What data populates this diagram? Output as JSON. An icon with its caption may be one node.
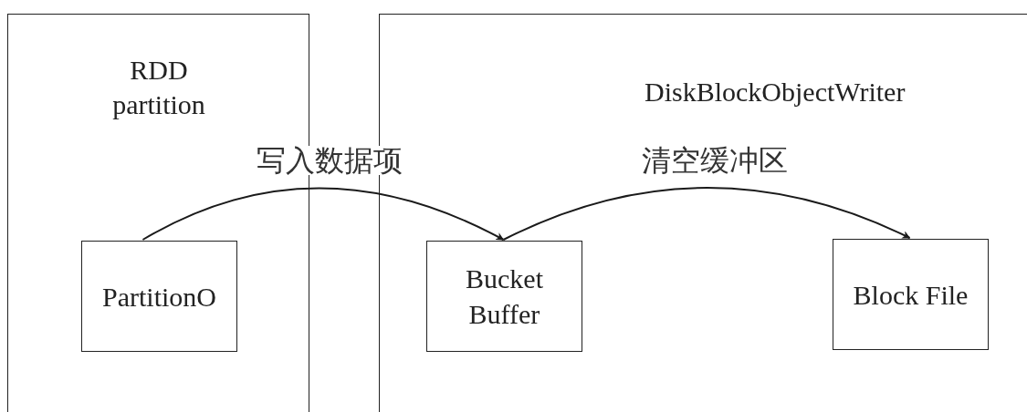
{
  "diagram": {
    "nodes": [
      {
        "text": [
          "RDD partition"
        ]
      },
      {
        "text": [
          "PartitionO"
        ],
        "in": 0
      },
      {
        "text": [
          "DiskBlockObjectWriter"
        ]
      },
      {
        "text": [
          "Bucket Buffer"
        ],
        "in": 2
      },
      {
        "text": [
          "Block File"
        ],
        "in": 2
      }
    ],
    "edges": [
      {
        "from": 1,
        "to": 3,
        "arrow": "to",
        "label": "写入数据项"
      },
      {
        "from": 3,
        "to": 4,
        "arrow": "to",
        "label": "清空缓冲区"
      }
    ]
  }
}
